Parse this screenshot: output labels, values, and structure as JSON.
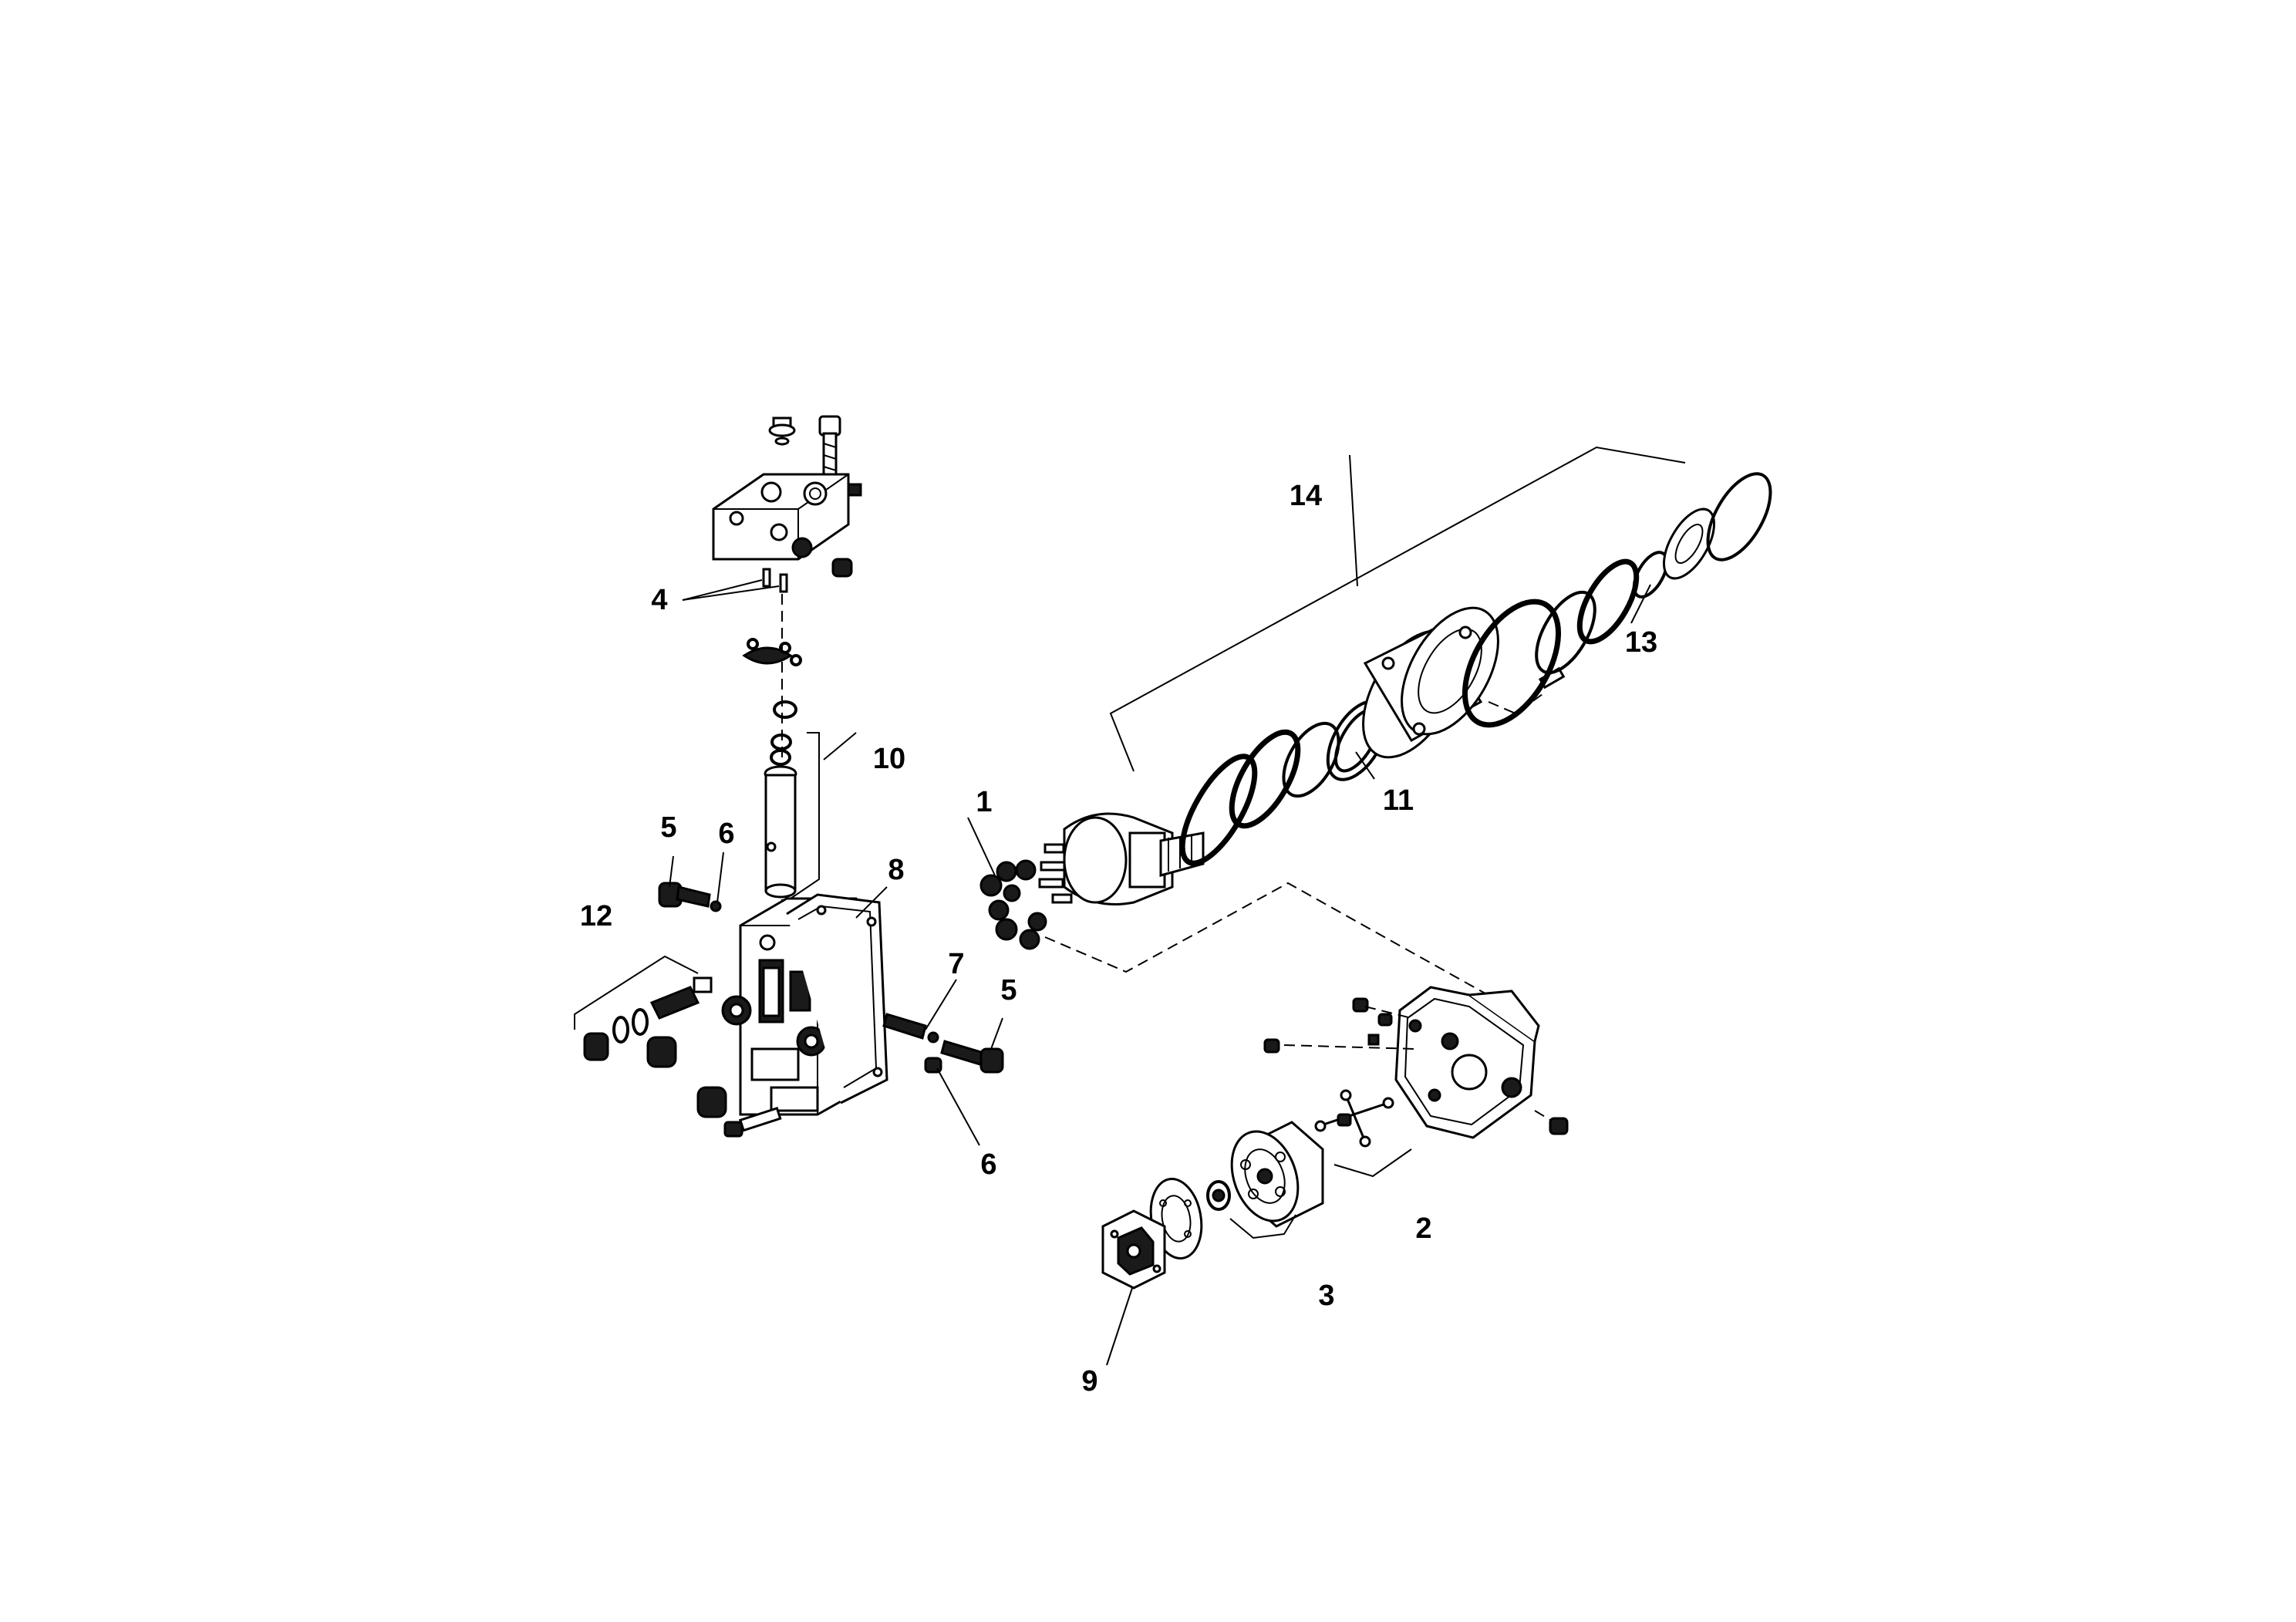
{
  "labels": {
    "1": "1",
    "2": "2",
    "3": "3",
    "4": "4",
    "5a": "5",
    "5b": "5",
    "6a": "6",
    "6b": "6",
    "7": "7",
    "8": "8",
    "9": "9",
    "10": "10",
    "11": "11",
    "12": "12",
    "13": "13",
    "14": "14"
  },
  "colors": {
    "ink": "#000000",
    "paper": "#ffffff"
  }
}
